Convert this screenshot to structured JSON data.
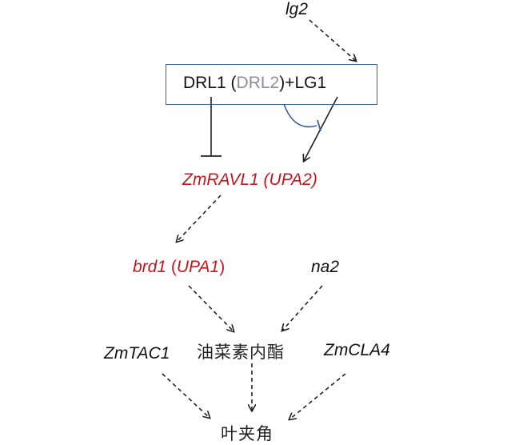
{
  "nodes": {
    "lg2": "lg2",
    "complex": {
      "drl1": "DRL1 (",
      "drl2": "DRL2",
      "plus_lg1": ")+LG1"
    },
    "zmravl1": {
      "name": "ZmRAVL1",
      "alias": "(UPA2)"
    },
    "brd1": {
      "name": "brd1",
      "alias_open": "(",
      "alias": "UPA1",
      "alias_close": ")"
    },
    "na2": "na2",
    "brassinosteroid": "油菜素内酯",
    "zmtac1": "ZmTAC1",
    "zmcla4": "ZmCLA4",
    "leaf_angle": "叶夹角"
  },
  "colors": {
    "accent_red": "#c8161d",
    "paralog_grey": "#8a9097",
    "box_border": "#3a5fa0",
    "inhibit_blue": "#3a5fa0",
    "arrow": "#222222"
  }
}
